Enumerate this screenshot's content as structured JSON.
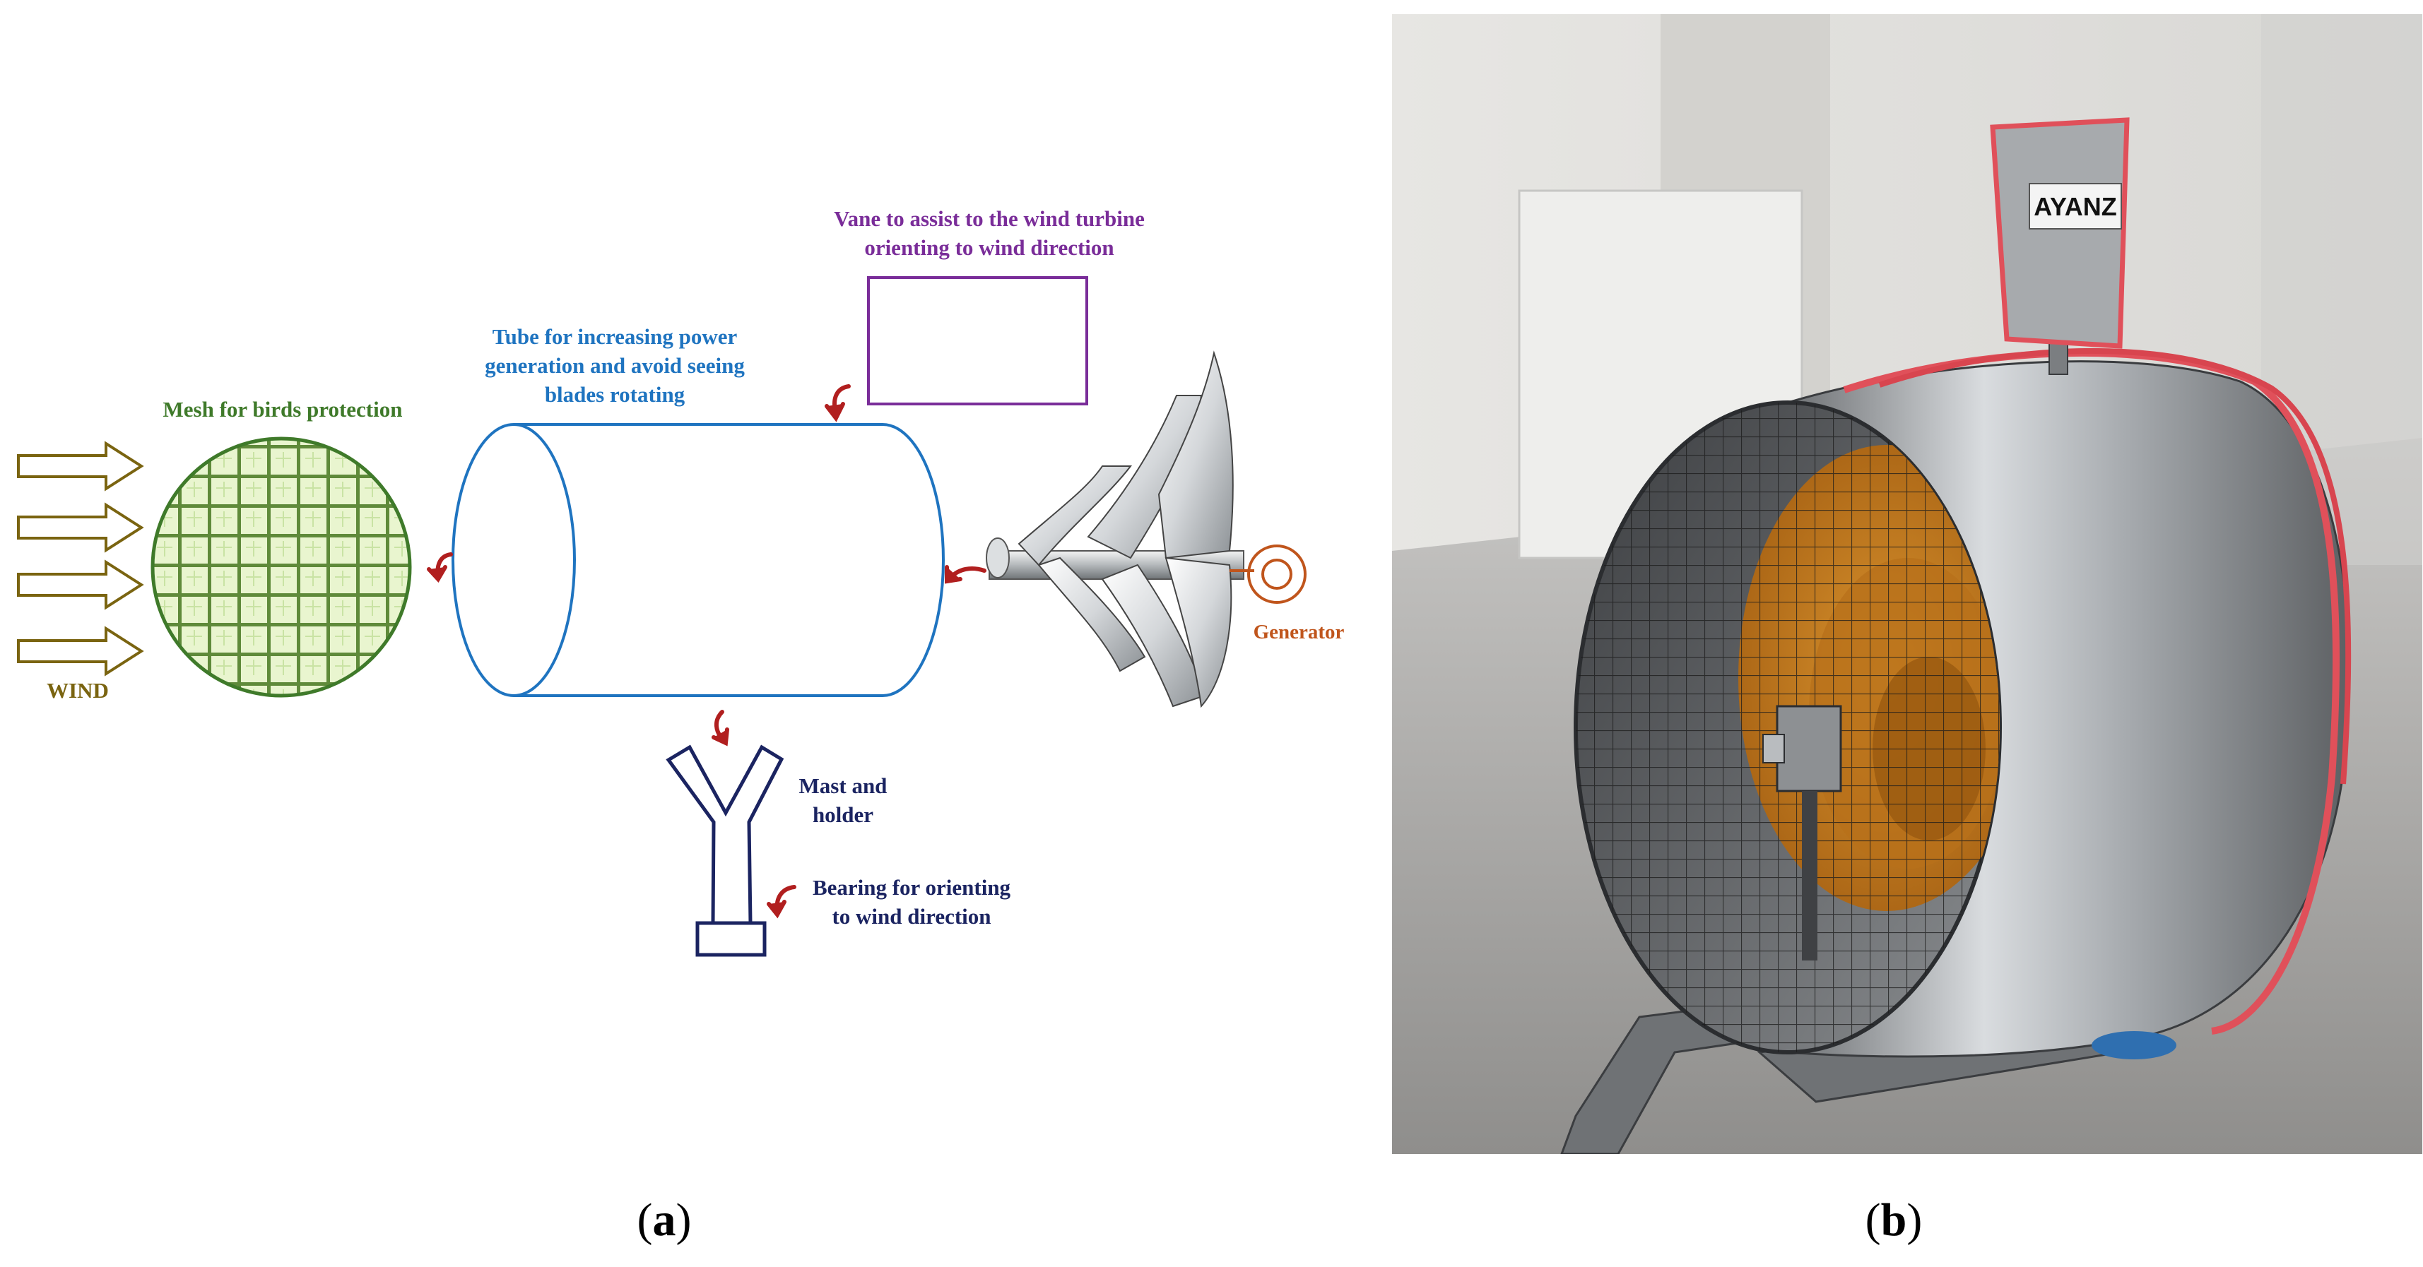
{
  "colors": {
    "wind": "#7a6410",
    "mesh": "#3f7a2a",
    "tube": "#1f74c0",
    "vane": "#7a2d99",
    "mast": "#1b2461",
    "generator": "#c0551c",
    "rotation_arrow": "#b11f1f"
  },
  "icons": {
    "wind_arrow": "hollow-right-arrow-icon",
    "rotation_arrow": "curved-arrow-icon"
  },
  "labels": {
    "wind": "WIND",
    "mesh": "Mesh for birds protection",
    "tube_line1": "Tube for increasing power",
    "tube_line2": "generation and avoid seeing",
    "tube_line3": "blades rotating",
    "vane_line1": "Vane to assist to the wind turbine",
    "vane_line2": "orienting to wind direction",
    "generator": "Generator",
    "mast_line1": "Mast and",
    "mast_line2": "holder",
    "bearing_line1": "Bearing for orienting",
    "bearing_line2": "to wind direction"
  },
  "photo": {
    "sign_text": "AYANZ"
  },
  "captions": {
    "a": "a",
    "b": "b",
    "open": "(",
    "close": ")"
  }
}
